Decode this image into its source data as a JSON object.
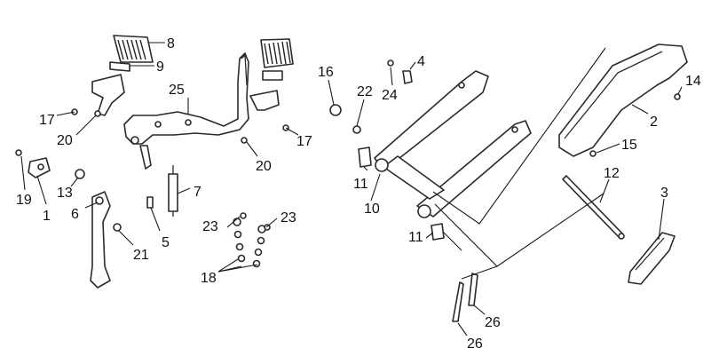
{
  "callouts": [
    {
      "id": "c1",
      "text": "1"
    },
    {
      "id": "c2",
      "text": "2"
    },
    {
      "id": "c3",
      "text": "3"
    },
    {
      "id": "c4",
      "text": "4"
    },
    {
      "id": "c5",
      "text": "5"
    },
    {
      "id": "c6",
      "text": "6"
    },
    {
      "id": "c7",
      "text": "7"
    },
    {
      "id": "c8",
      "text": "8"
    },
    {
      "id": "c9",
      "text": "9"
    },
    {
      "id": "c10",
      "text": "10"
    },
    {
      "id": "c11a",
      "text": "11"
    },
    {
      "id": "c11b",
      "text": "11"
    },
    {
      "id": "c12",
      "text": "12"
    },
    {
      "id": "c13",
      "text": "13"
    },
    {
      "id": "c14",
      "text": "14"
    },
    {
      "id": "c15",
      "text": "15"
    },
    {
      "id": "c16",
      "text": "16"
    },
    {
      "id": "c17a",
      "text": "17"
    },
    {
      "id": "c17b",
      "text": "17"
    },
    {
      "id": "c18",
      "text": "18"
    },
    {
      "id": "c19",
      "text": "19"
    },
    {
      "id": "c20a",
      "text": "20"
    },
    {
      "id": "c20b",
      "text": "20"
    },
    {
      "id": "c21",
      "text": "21"
    },
    {
      "id": "c22",
      "text": "22"
    },
    {
      "id": "c23a",
      "text": "23"
    },
    {
      "id": "c23b",
      "text": "23"
    },
    {
      "id": "c24",
      "text": "24"
    },
    {
      "id": "c25",
      "text": "25"
    },
    {
      "id": "c26a",
      "text": "26"
    },
    {
      "id": "c26b",
      "text": "26"
    }
  ]
}
